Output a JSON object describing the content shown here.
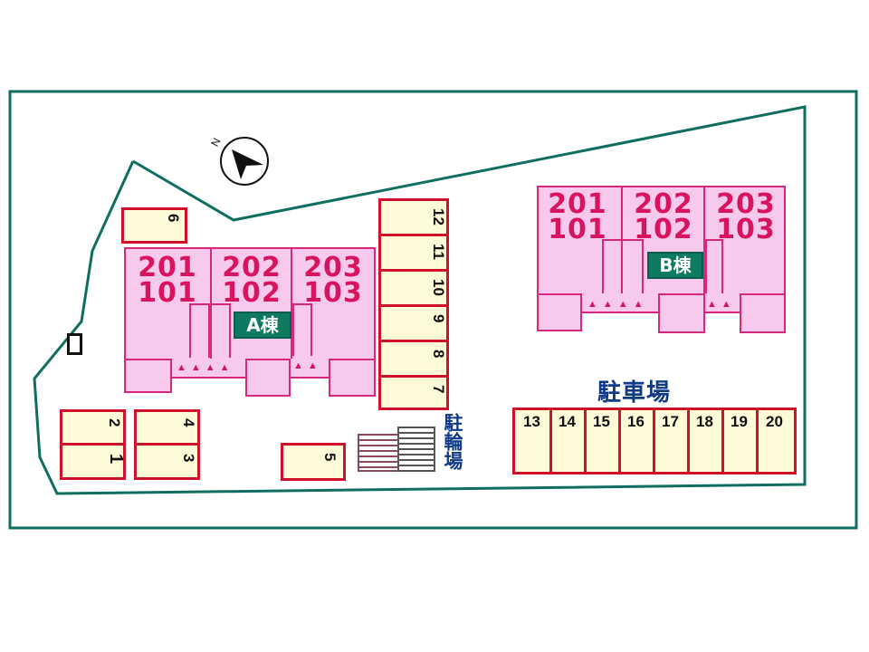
{
  "compass": {
    "north_label": "N",
    "icon": "north-arrow-icon"
  },
  "building_a": {
    "label": "A棟",
    "units": [
      {
        "upper": "201",
        "lower": "101"
      },
      {
        "upper": "202",
        "lower": "102"
      },
      {
        "upper": "203",
        "lower": "103"
      }
    ]
  },
  "building_b": {
    "label": "B棟",
    "units": [
      {
        "upper": "201",
        "lower": "101"
      },
      {
        "upper": "202",
        "lower": "102"
      },
      {
        "upper": "203",
        "lower": "103"
      }
    ]
  },
  "parking_label": "駐車場",
  "bicycle_parking_label": "駐輪場",
  "parking_spaces": {
    "s1": "1",
    "s2": "2",
    "s3": "3",
    "s4": "4",
    "s5": "5",
    "s6": "6",
    "s7": "7",
    "s8": "8",
    "s9": "9",
    "s10": "10",
    "s11": "11",
    "s12": "12",
    "s13": "13",
    "s14": "14",
    "s15": "15",
    "s16": "16",
    "s17": "17",
    "s18": "18",
    "s19": "19",
    "s20": "20"
  },
  "colors": {
    "boundary": "#0f6e60",
    "building_fill": "#f7c9ec",
    "building_outline": "#d8287d",
    "room_text": "#d8145f",
    "parking_fill": "#fffad8",
    "parking_outline": "#d0102a",
    "label_fill": "#0f7a62",
    "heading_text": "#0f3a88"
  }
}
